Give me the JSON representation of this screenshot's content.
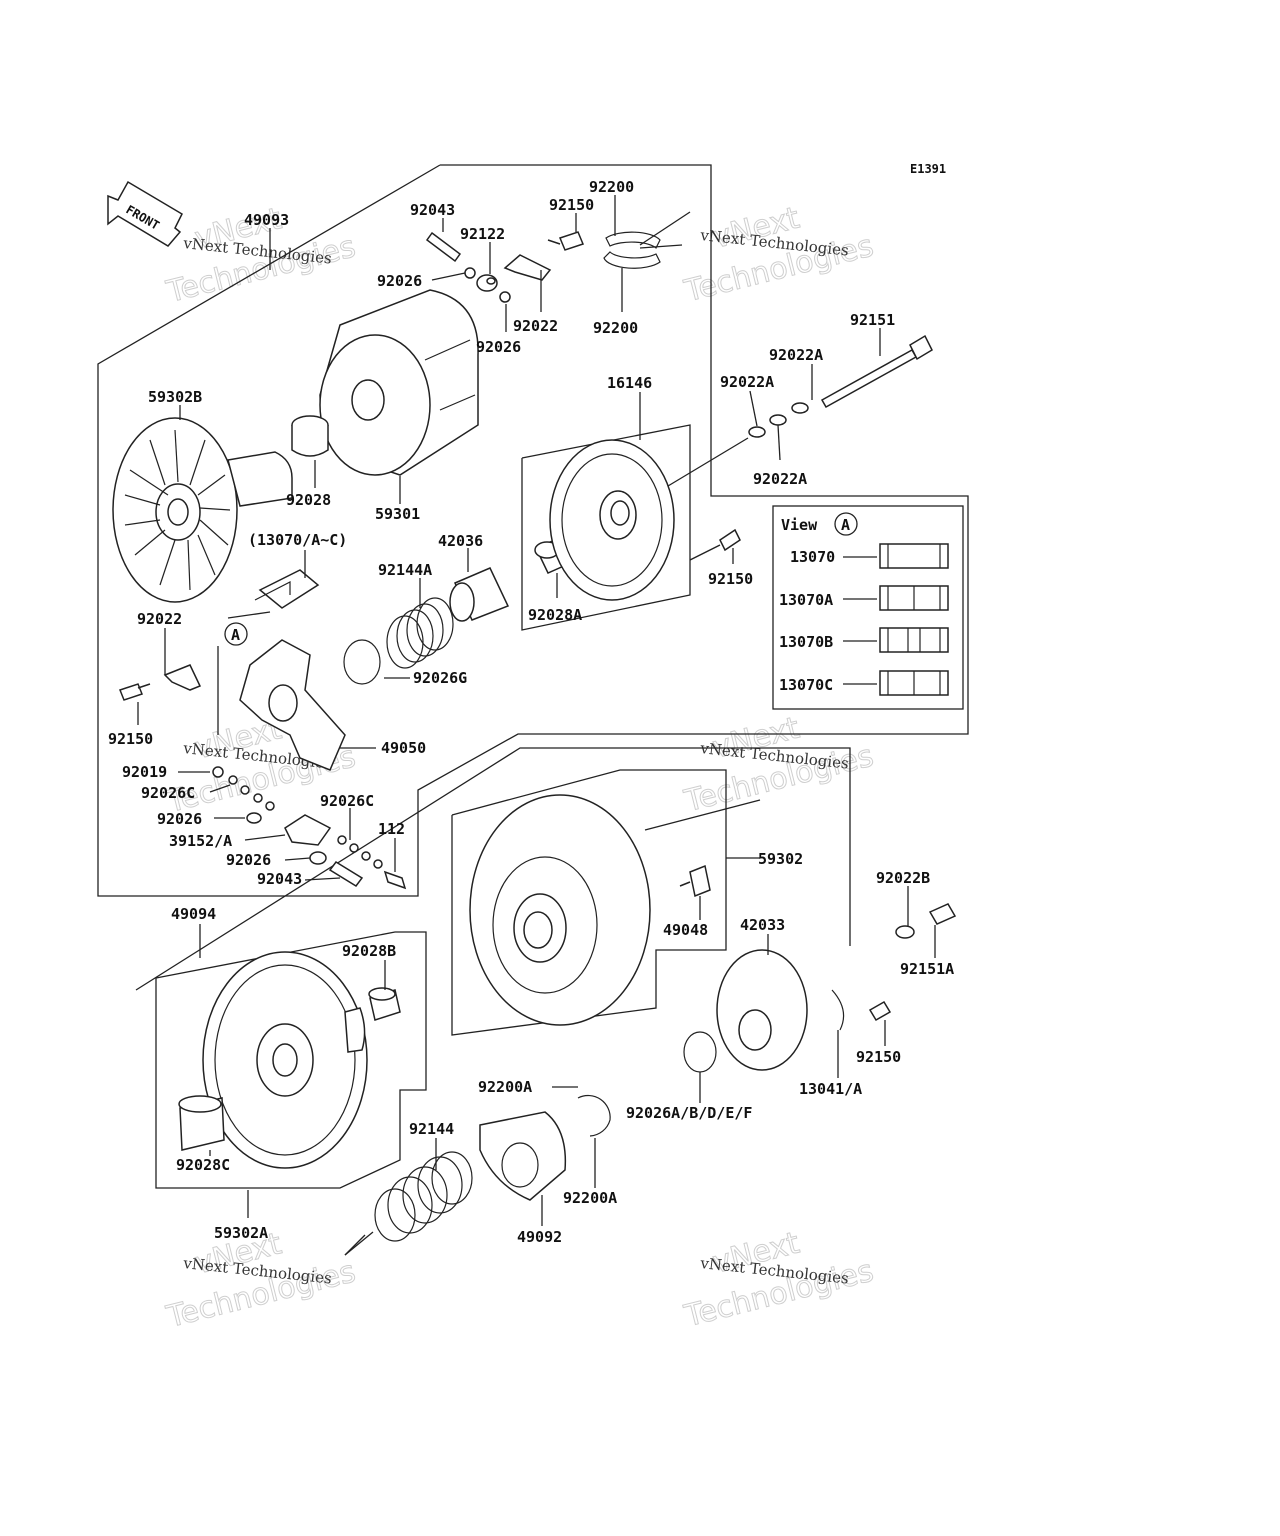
{
  "diagram_code": "E1391",
  "front_label": "FRONT",
  "view_box": {
    "title": "View",
    "marker": "A",
    "items": [
      "13070",
      "13070A",
      "13070B",
      "13070C"
    ]
  },
  "callout_marker": "A",
  "parts": {
    "p49093": "49093",
    "p92043_top": "92043",
    "p92122": "92122",
    "p92150_top": "92150",
    "p92200_top": "92200",
    "p92026_a": "92026",
    "p92026_b": "92026",
    "p92022_top": "92022",
    "p92200_bot": "92200",
    "p92151": "92151",
    "p59302B": "59302B",
    "p92022A_1": "92022A",
    "p92022A_2": "92022A",
    "p92022A_3": "92022A",
    "p16146": "16146",
    "p92028": "92028",
    "p59301": "59301",
    "p13070AC": "(13070/A~C)",
    "p42036": "42036",
    "p92144A": "92144A",
    "p92028A": "92028A",
    "p92150_mid": "92150",
    "p92022_left": "92022",
    "p92026G": "92026G",
    "p92150_left": "92150",
    "p49050": "49050",
    "p92019": "92019",
    "p92026C_l": "92026C",
    "p92026_l": "92026",
    "p39152A": "39152/A",
    "p92026_l2": "92026",
    "p92043_l": "92043",
    "p92026C_r": "92026C",
    "p112": "112",
    "p59302": "59302",
    "p92022B": "92022B",
    "p49048": "49048",
    "p42033": "42033",
    "p92151A": "92151A",
    "p49094": "49094",
    "p92028B": "92028B",
    "p92150_r": "92150",
    "p13041A": "13041/A",
    "p92200A_1": "92200A",
    "p92026ABDEF": "92026A/B/D/E/F",
    "p92144": "92144",
    "p92028C": "92028C",
    "p92200A_2": "92200A",
    "p49092": "49092",
    "p59302A": "59302A"
  },
  "watermark": {
    "line1": "vNext",
    "line2": "Technologies",
    "small": "vNext Technologies"
  }
}
